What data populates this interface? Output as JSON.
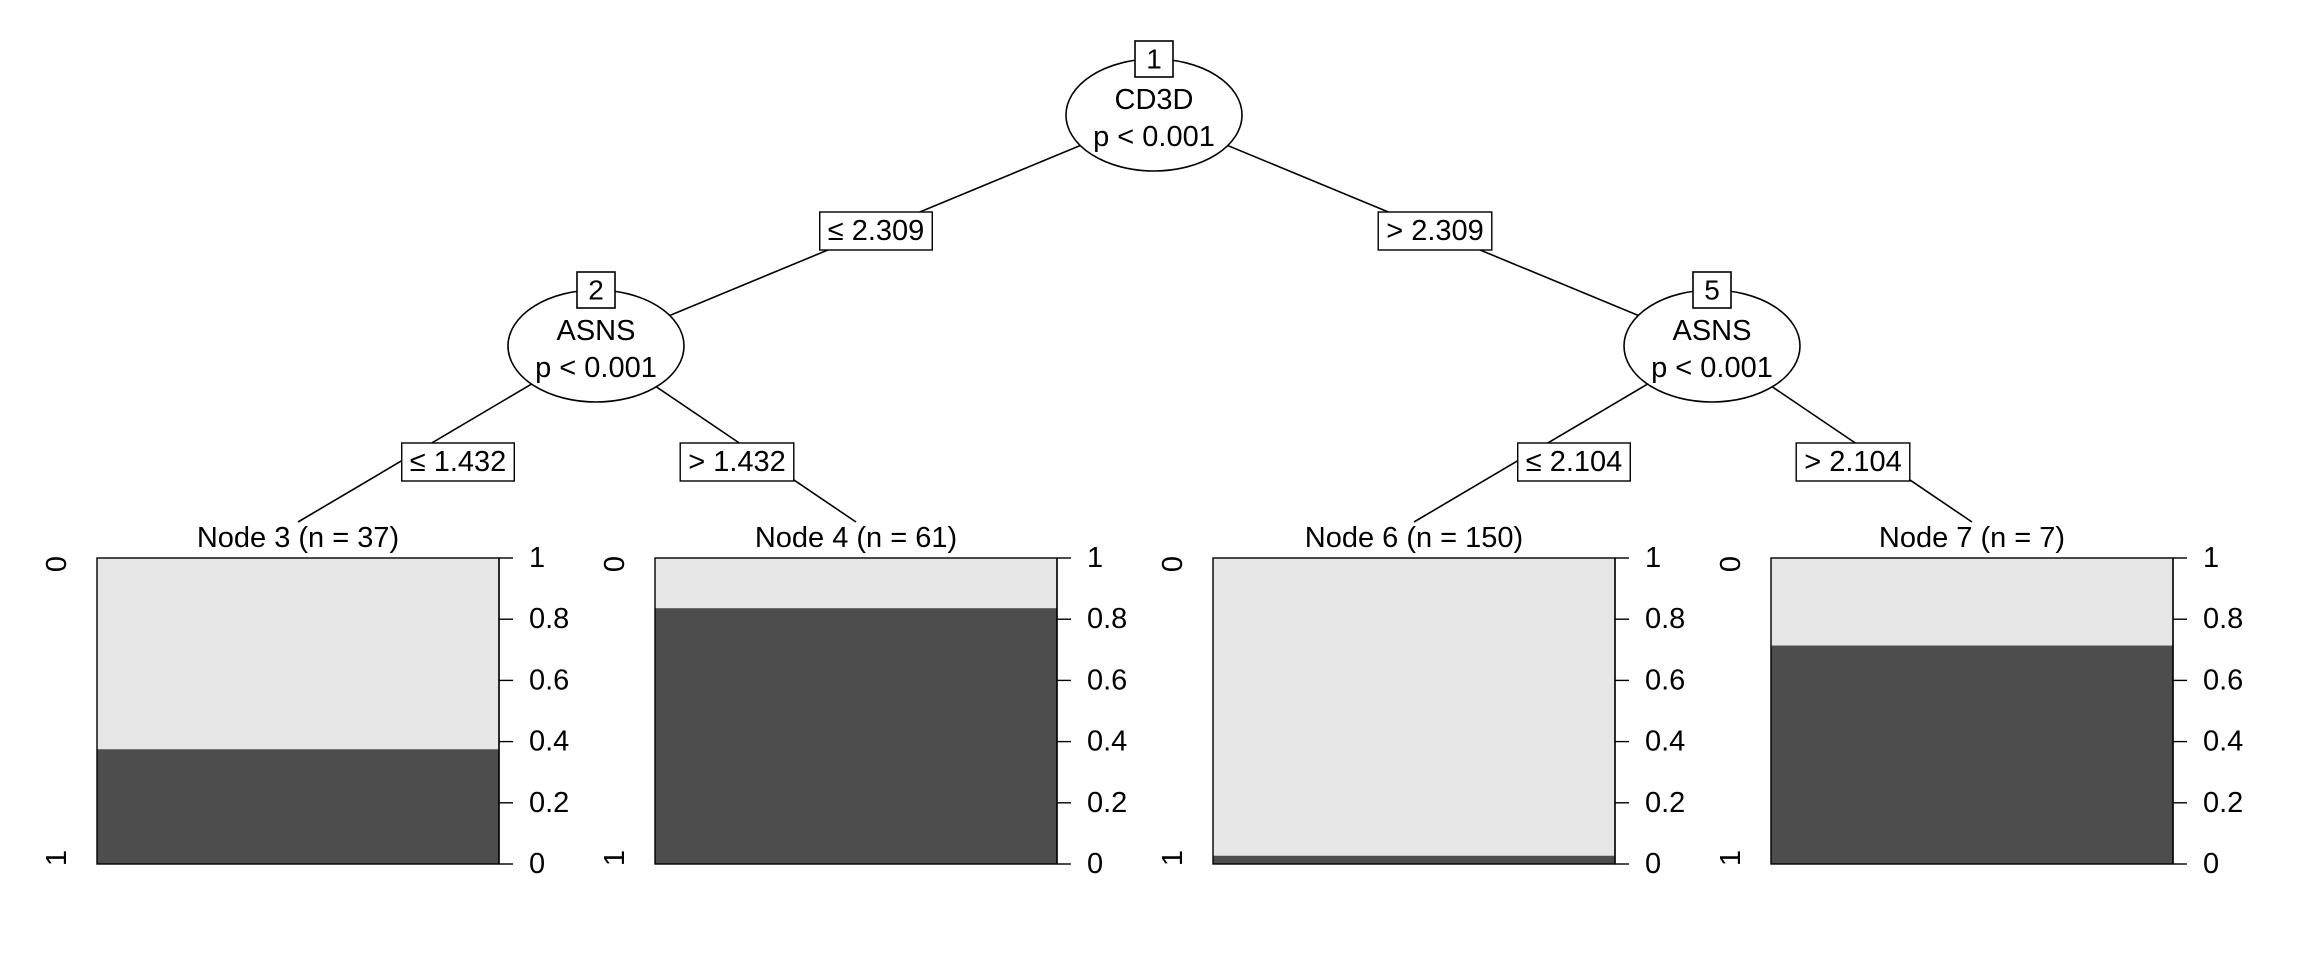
{
  "tree": {
    "inner_nodes": [
      {
        "id": "1",
        "variable": "CD3D",
        "p_text": "p < 0.001"
      },
      {
        "id": "2",
        "variable": "ASNS",
        "p_text": "p < 0.001"
      },
      {
        "id": "5",
        "variable": "ASNS",
        "p_text": "p < 0.001"
      }
    ],
    "edges": [
      {
        "from": "1",
        "to": "2",
        "label": "≤ 2.309"
      },
      {
        "from": "1",
        "to": "5",
        "label": "> 2.309"
      },
      {
        "from": "2",
        "to": "3",
        "label": "≤ 1.432"
      },
      {
        "from": "2",
        "to": "4",
        "label": "> 1.432"
      },
      {
        "from": "5",
        "to": "6",
        "label": "≤ 2.104"
      },
      {
        "from": "5",
        "to": "7",
        "label": "> 2.104"
      }
    ],
    "terminal_nodes": [
      {
        "id": "3",
        "title": "Node 3 (n = 37)",
        "prop_class_1": 0.375
      },
      {
        "id": "4",
        "title": "Node 4 (n = 61)",
        "prop_class_1": 0.836
      },
      {
        "id": "6",
        "title": "Node 6 (n = 150)",
        "prop_class_1": 0.027
      },
      {
        "id": "7",
        "title": "Node 7 (n = 7)",
        "prop_class_1": 0.714
      }
    ],
    "y_ticks": [
      "0",
      "0.2",
      "0.4",
      "0.6",
      "0.8",
      "1"
    ],
    "class_labels": {
      "top": "0",
      "bottom": "1"
    },
    "colors": {
      "class_0": "#e6e6e6",
      "class_1": "#4d4d4d",
      "line": "#000000"
    }
  }
}
